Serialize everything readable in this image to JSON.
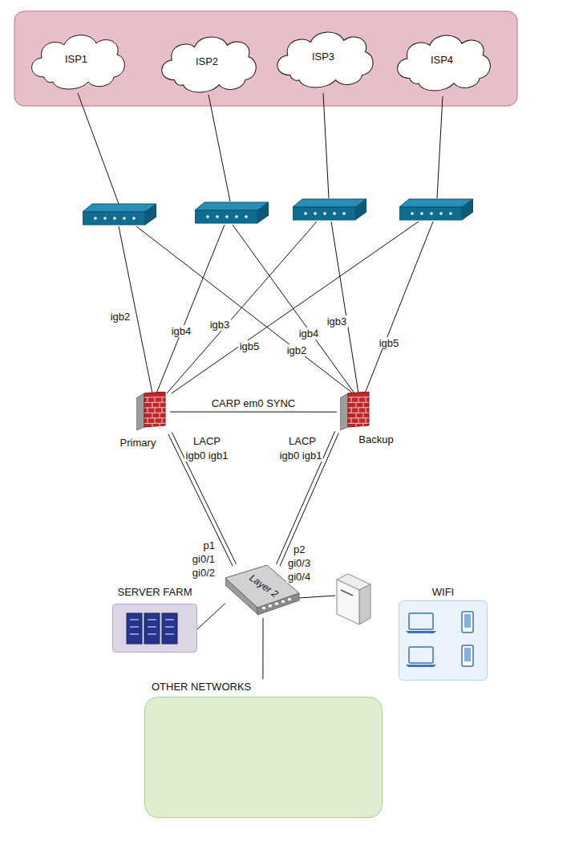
{
  "diagram": {
    "nodes": [
      {
        "text": [
          "ISP1"
        ]
      },
      {
        "text": [
          "ISP2"
        ]
      },
      {
        "text": [
          "ISP3"
        ]
      },
      {
        "text": [
          "ISP4"
        ]
      },
      {
        "text": [
          "Primary"
        ]
      },
      {
        "text": [
          "Backup"
        ]
      },
      {
        "text": [
          "Layer 2"
        ]
      },
      {
        "text": [
          "SERVER FARM"
        ]
      },
      {
        "text": [
          "WIFI"
        ]
      },
      {
        "text": [
          "OTHER NETWORKS"
        ]
      }
    ],
    "edges": [
      {
        "from": 4,
        "to": 5,
        "label": "CARP em0 SYNC",
        "arrow": "none"
      },
      {
        "from": 4,
        "to": 6,
        "arrow": "none"
      },
      {
        "from": 5,
        "to": 6,
        "arrow": "none"
      },
      {
        "from": 7,
        "to": 6,
        "arrow": "none"
      },
      {
        "from": 6,
        "to": 9,
        "arrow": "none"
      }
    ],
    "labels": [
      "igb2",
      "igb4",
      "igb3",
      "igb5",
      "igb4",
      "igb2",
      "igb3",
      "igb5",
      "LACP",
      "igb0 igb1",
      "LACP",
      "igb0 igb1",
      "p1",
      "gi0/1",
      "gi0/2",
      "p2",
      "gi0/3",
      "gi0/4"
    ]
  }
}
